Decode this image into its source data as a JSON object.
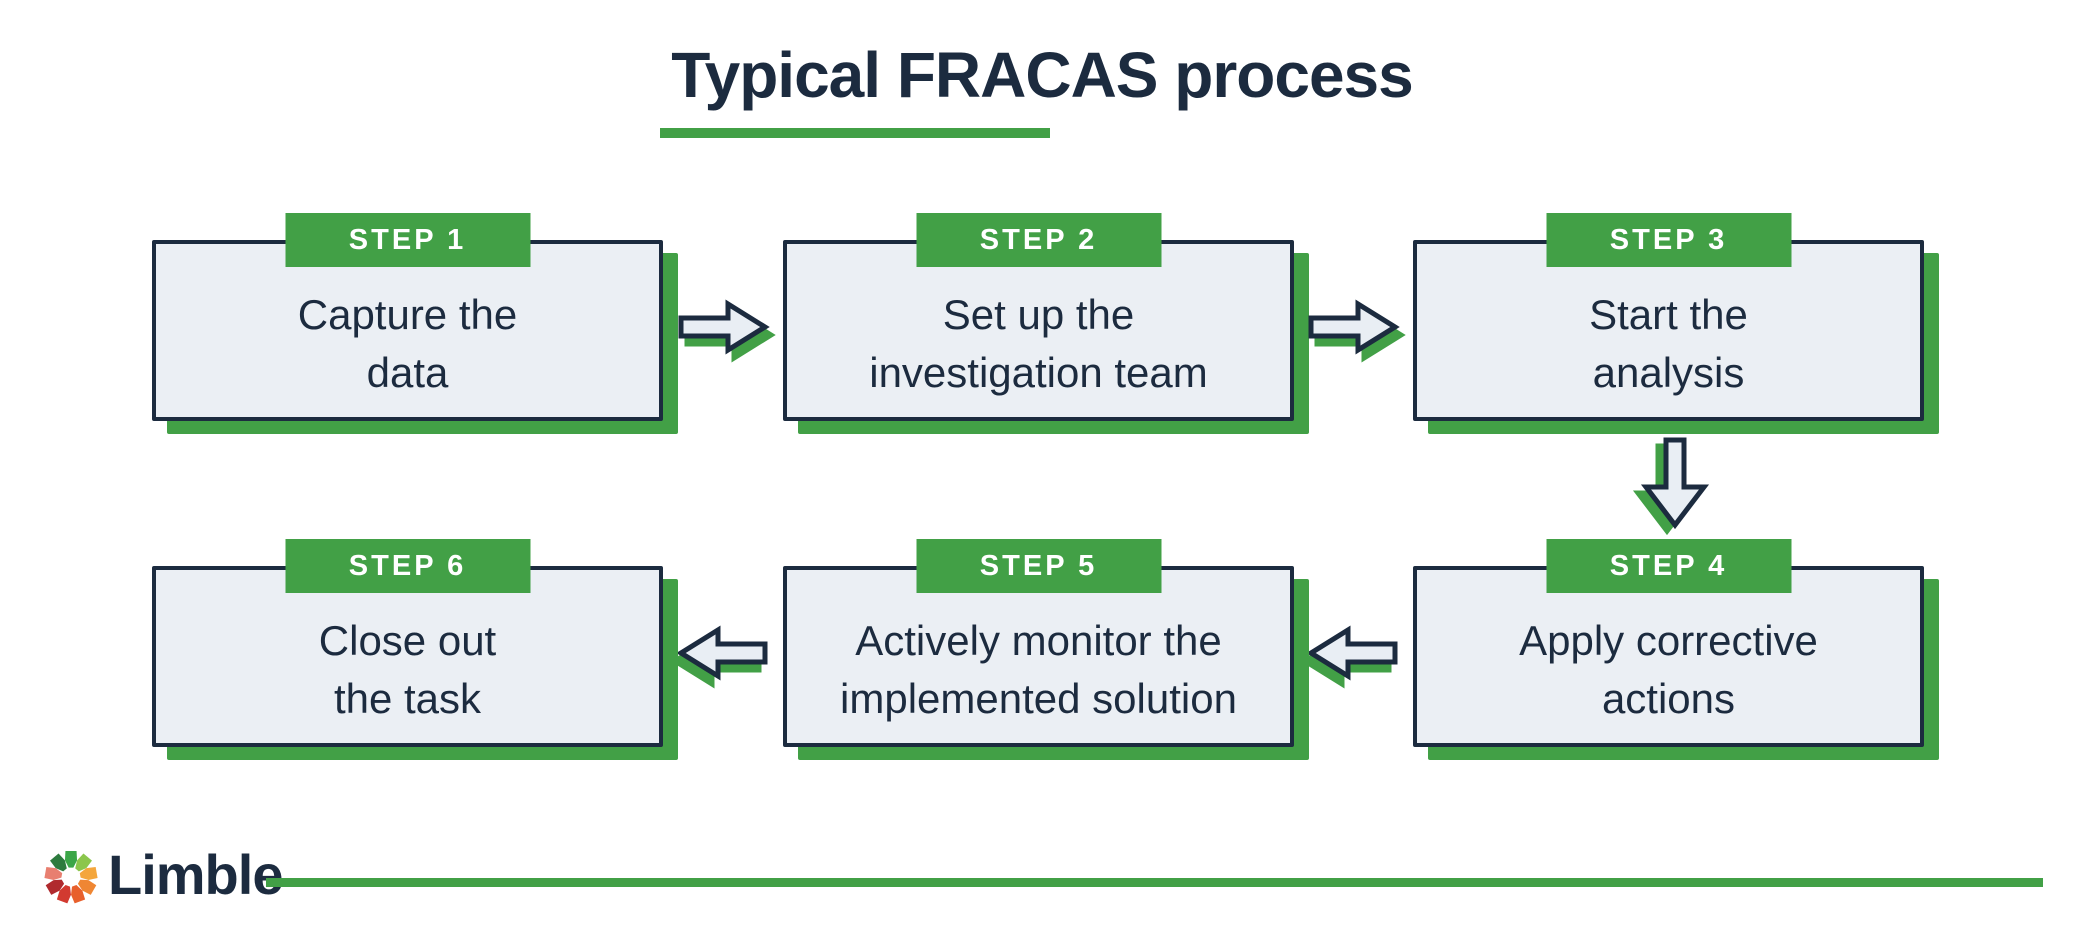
{
  "title": {
    "text": "Typical FRACAS process"
  },
  "steps": [
    {
      "badge": "STEP 1",
      "lines": [
        "Capture the",
        "data"
      ]
    },
    {
      "badge": "STEP 2",
      "lines": [
        "Set up the",
        "investigation team"
      ]
    },
    {
      "badge": "STEP 3",
      "lines": [
        "Start the",
        "analysis"
      ]
    },
    {
      "badge": "STEP 4",
      "lines": [
        "Apply corrective",
        "actions"
      ]
    },
    {
      "badge": "STEP 5",
      "lines": [
        "Actively monitor the",
        "implemented solution"
      ]
    },
    {
      "badge": "STEP 6",
      "lines": [
        "Close out",
        "the task"
      ]
    }
  ],
  "flow": {
    "row1_arrows": [
      "arrow-right-icon",
      "arrow-right-icon"
    ],
    "connector": "arrow-down-icon",
    "row2_arrows": [
      "arrow-left-icon",
      "arrow-left-icon"
    ]
  },
  "footer": {
    "brand": "Limble",
    "logo_icon": "limble-gear-icon"
  },
  "colors": {
    "green": "#42A046",
    "navy": "#1C2B3F",
    "box-fill": "#EBEFF4",
    "arrow-fill": "#E9EEF4",
    "badge-text": "#FFFFFF"
  },
  "icons": {
    "gear_colors": [
      "#3BA648",
      "#8BC64C",
      "#F4A63C",
      "#EF8633",
      "#E8602C",
      "#D23A30",
      "#B02A2E",
      "#E87F70",
      "#2D7B3E"
    ]
  }
}
